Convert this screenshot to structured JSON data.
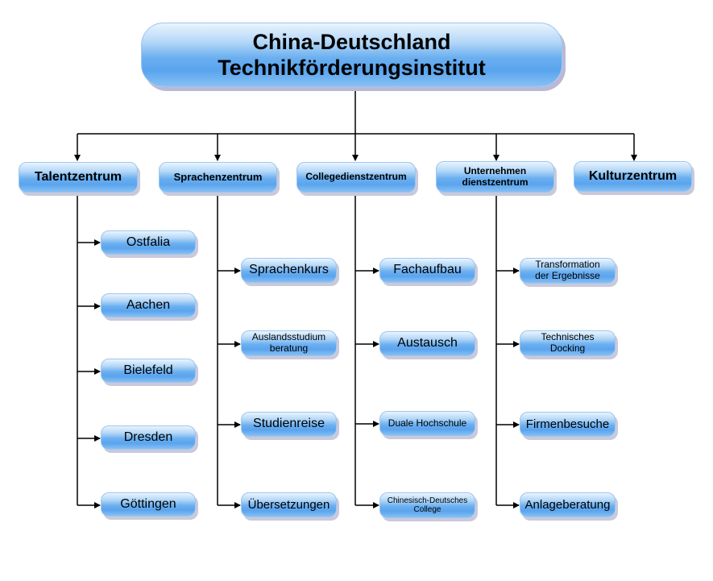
{
  "root": {
    "label": "China-Deutschland\nTechnikförderungsinstitut"
  },
  "departments": [
    {
      "label": "Talentzentrum",
      "children": [
        "Ostfalia",
        "Aachen",
        "Bielefeld",
        "Dresden",
        "Göttingen"
      ]
    },
    {
      "label": "Sprachenzentrum",
      "children": [
        "Sprachenkurs",
        "Auslandsstudium\nberatung",
        "Studienreise",
        "Übersetzungen"
      ]
    },
    {
      "label": "Collegedienstzentrum",
      "children": [
        "Fachaufbau",
        "Austausch",
        "Duale Hochschule",
        "Chinesisch-Deutsches\nCollege"
      ]
    },
    {
      "label": "Unternehmen\ndienstzentrum",
      "children": [
        "Transformation\nder Ergebnisse",
        "Technisches\nDocking",
        "Firmenbesuche",
        "Anlageberatung"
      ]
    },
    {
      "label": "Kulturzentrum",
      "children": []
    }
  ]
}
